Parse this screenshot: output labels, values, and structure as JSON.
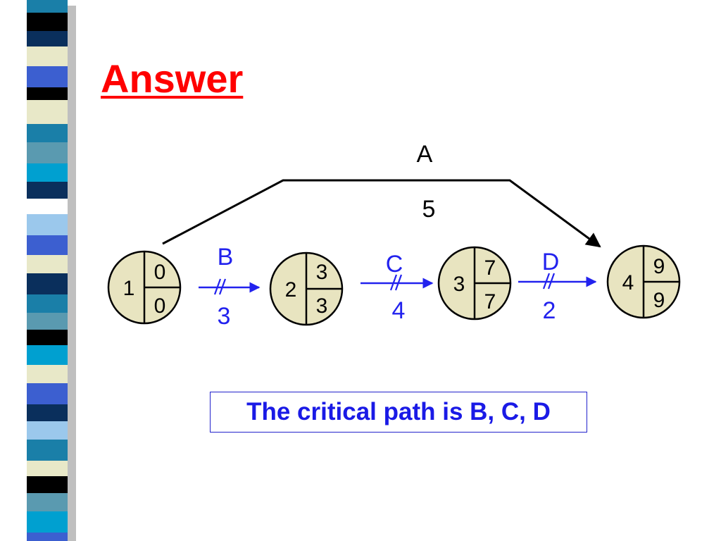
{
  "slide": {
    "title": "Answer",
    "conclusion": "The critical path is B, C, D"
  },
  "nodes": [
    {
      "id": "1",
      "earliest": "0",
      "latest": "0"
    },
    {
      "id": "2",
      "earliest": "3",
      "latest": "3"
    },
    {
      "id": "3",
      "earliest": "7",
      "latest": "7"
    },
    {
      "id": "4",
      "earliest": "9",
      "latest": "9"
    }
  ],
  "activities": [
    {
      "name": "A",
      "duration": "5",
      "from": "1",
      "to": "4",
      "critical": false
    },
    {
      "name": "B",
      "duration": "3",
      "from": "1",
      "to": "2",
      "critical": true
    },
    {
      "name": "C",
      "duration": "4",
      "from": "2",
      "to": "3",
      "critical": true
    },
    {
      "name": "D",
      "duration": "2",
      "from": "3",
      "to": "4",
      "critical": true
    }
  ],
  "colors": {
    "title": "#ff0000",
    "critical": "#2222ee",
    "node_fill": "#e8e4c0",
    "stripe": [
      "#1a7fa8",
      "#000000",
      "#ffffff",
      "#e8e8c8",
      "#3c5fd0",
      "#0a2f5c",
      "#5a9ab0",
      "#9bc8ec",
      "#00a0d0"
    ]
  }
}
